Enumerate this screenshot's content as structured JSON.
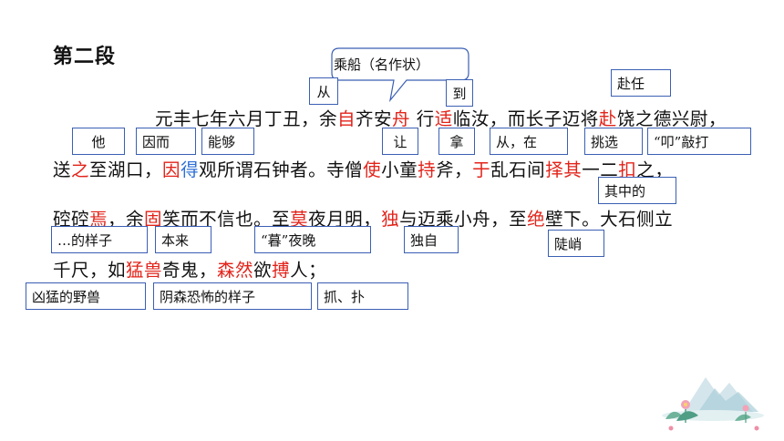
{
  "section_title": "第二段",
  "lines": {
    "l1": [
      "　　元丰七年六月丁丑，余",
      "自",
      "齐安",
      "舟",
      " 行",
      "适",
      "临汝，而长子迈将",
      "赴",
      "饶之德兴尉，"
    ],
    "l2": [
      "送",
      "之",
      "至湖口，",
      "因",
      "得",
      "观所谓石钟者。寺僧",
      "使",
      "小童",
      "持",
      "斧，",
      "于",
      "乱石间",
      "择",
      "其",
      "一二",
      "扣",
      "之，"
    ],
    "l3": [
      "硿硿",
      "焉",
      "，余",
      "固",
      "笑而不信也。至",
      "莫",
      "夜月明，",
      "独",
      "与迈乘小舟，至",
      "绝",
      "壁下。大石侧立"
    ],
    "l4": [
      "千尺，如",
      "猛兽",
      "奇鬼，",
      "森然",
      "欲",
      "搏",
      "人；"
    ]
  },
  "annotations": {
    "callout": "乘船（名作状）",
    "cong": "从",
    "dao": "到",
    "fuping": "赴任",
    "ta": "他",
    "yiner": "因而",
    "nenggou": "能够",
    "rang": "让",
    "na": "拿",
    "congzai": "从，在",
    "tiaoxuan": "挑选",
    "kouda": "“叩”敲打",
    "qizhongde": "其中的",
    "deyangzi": "…的样子",
    "benlai": "本来",
    "muye": "“暮”夜晚",
    "duzi": "独自",
    "doujun": "陡峭",
    "xiongmeng": "凶猛的野兽",
    "yinsen": "阴森恐怖的样子",
    "zhuapu": "抓、扑"
  },
  "colors": {
    "highlight_red": "#e2231a",
    "highlight_blue": "#2f6fd6",
    "box_border": "#3b5fb4"
  }
}
